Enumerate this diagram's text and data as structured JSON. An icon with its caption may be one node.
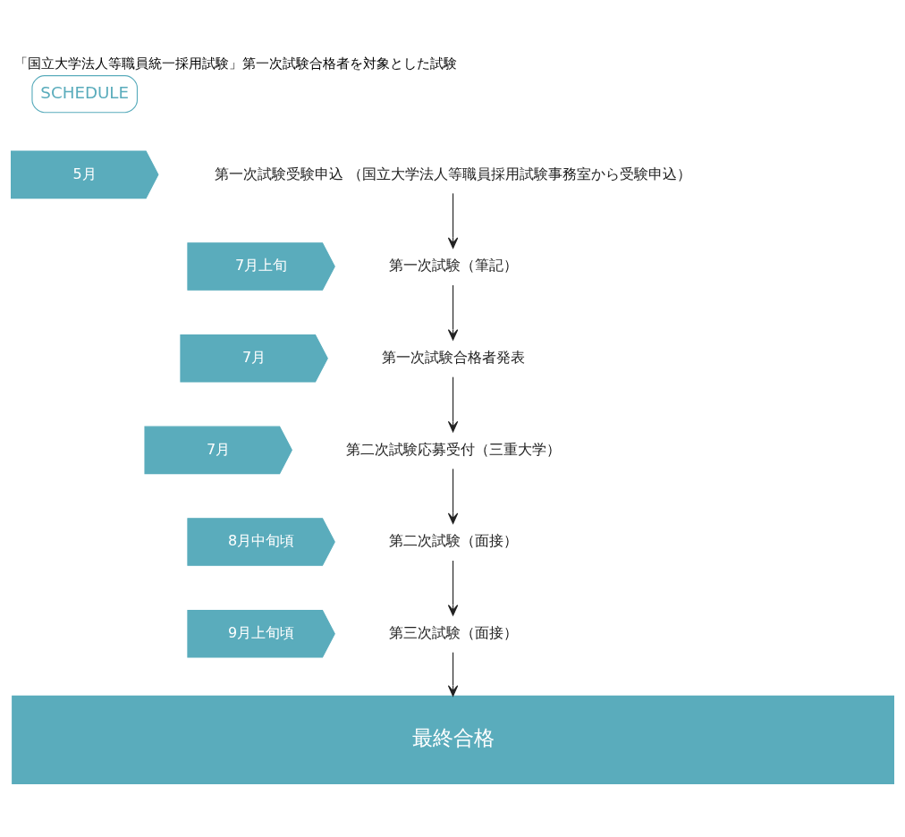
{
  "diagram": {
    "title": "「国立大学法人等職員統一採用試験」第一次試験合格者を対象とした試験",
    "nodes": [
      {
        "text": [
          "SCHEDULE"
        ]
      },
      {
        "text": [
          "5月"
        ]
      },
      {
        "text": [
          "第一次試験受験申込 （国立大学法人等職員採用試験事務室から受験申込）"
        ]
      },
      {
        "text": [
          "7月上旬"
        ]
      },
      {
        "text": [
          "第一次試験（筆記）"
        ]
      },
      {
        "text": [
          "7月"
        ]
      },
      {
        "text": [
          "第一次試験合格者発表"
        ]
      },
      {
        "text": [
          "7月"
        ]
      },
      {
        "text": [
          "第二次試験応募受付（三重大学）"
        ]
      },
      {
        "text": [
          "8月中旬頃"
        ]
      },
      {
        "text": [
          "第二次試験（面接）"
        ]
      },
      {
        "text": [
          "9月上旬頃"
        ]
      },
      {
        "text": [
          "第三次試験（面接）"
        ]
      },
      {
        "text": [
          "最終合格"
        ]
      }
    ],
    "edges": [
      {
        "from": 2,
        "to": 4,
        "arrow": "to"
      },
      {
        "from": 4,
        "to": 6,
        "arrow": "to"
      },
      {
        "from": 6,
        "to": 8,
        "arrow": "to"
      },
      {
        "from": 8,
        "to": 10,
        "arrow": "to"
      },
      {
        "from": 10,
        "to": 12,
        "arrow": "to"
      },
      {
        "from": 12,
        "to": 13,
        "arrow": "to"
      }
    ]
  }
}
